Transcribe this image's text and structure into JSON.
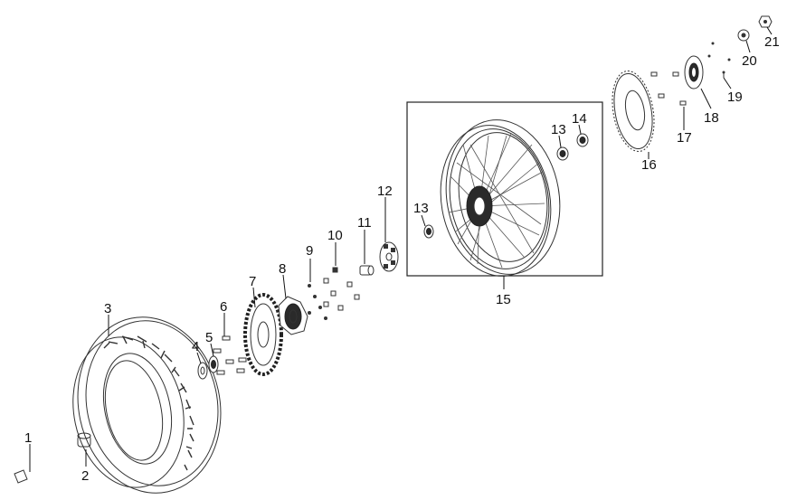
{
  "diagram": {
    "colors": {
      "line": "#333333",
      "text": "#111111",
      "background": "#ffffff"
    },
    "callouts": [
      {
        "id": "c1",
        "label": "1"
      },
      {
        "id": "c2",
        "label": "2"
      },
      {
        "id": "c3",
        "label": "3"
      },
      {
        "id": "c4",
        "label": "4"
      },
      {
        "id": "c5",
        "label": "5"
      },
      {
        "id": "c6",
        "label": "6"
      },
      {
        "id": "c7",
        "label": "7"
      },
      {
        "id": "c8",
        "label": "8"
      },
      {
        "id": "c9",
        "label": "9"
      },
      {
        "id": "c10",
        "label": "10"
      },
      {
        "id": "c11",
        "label": "11"
      },
      {
        "id": "c12",
        "label": "12"
      },
      {
        "id": "c13a",
        "label": "13"
      },
      {
        "id": "c13b",
        "label": "13"
      },
      {
        "id": "c14",
        "label": "14"
      },
      {
        "id": "c15",
        "label": "15"
      },
      {
        "id": "c16",
        "label": "16"
      },
      {
        "id": "c17",
        "label": "17"
      },
      {
        "id": "c18",
        "label": "18"
      },
      {
        "id": "c19",
        "label": "19"
      },
      {
        "id": "c20",
        "label": "20"
      },
      {
        "id": "c21",
        "label": "21"
      }
    ],
    "icons": [
      "axle-icon",
      "spacer-icon",
      "tire-icon",
      "bearing-icon",
      "bolt-icon",
      "sprocket-icon",
      "hub-flange-icon",
      "nut-icon",
      "cushion-icon",
      "spoked-wheel-icon",
      "brake-disc-icon",
      "tone-ring-icon"
    ]
  }
}
